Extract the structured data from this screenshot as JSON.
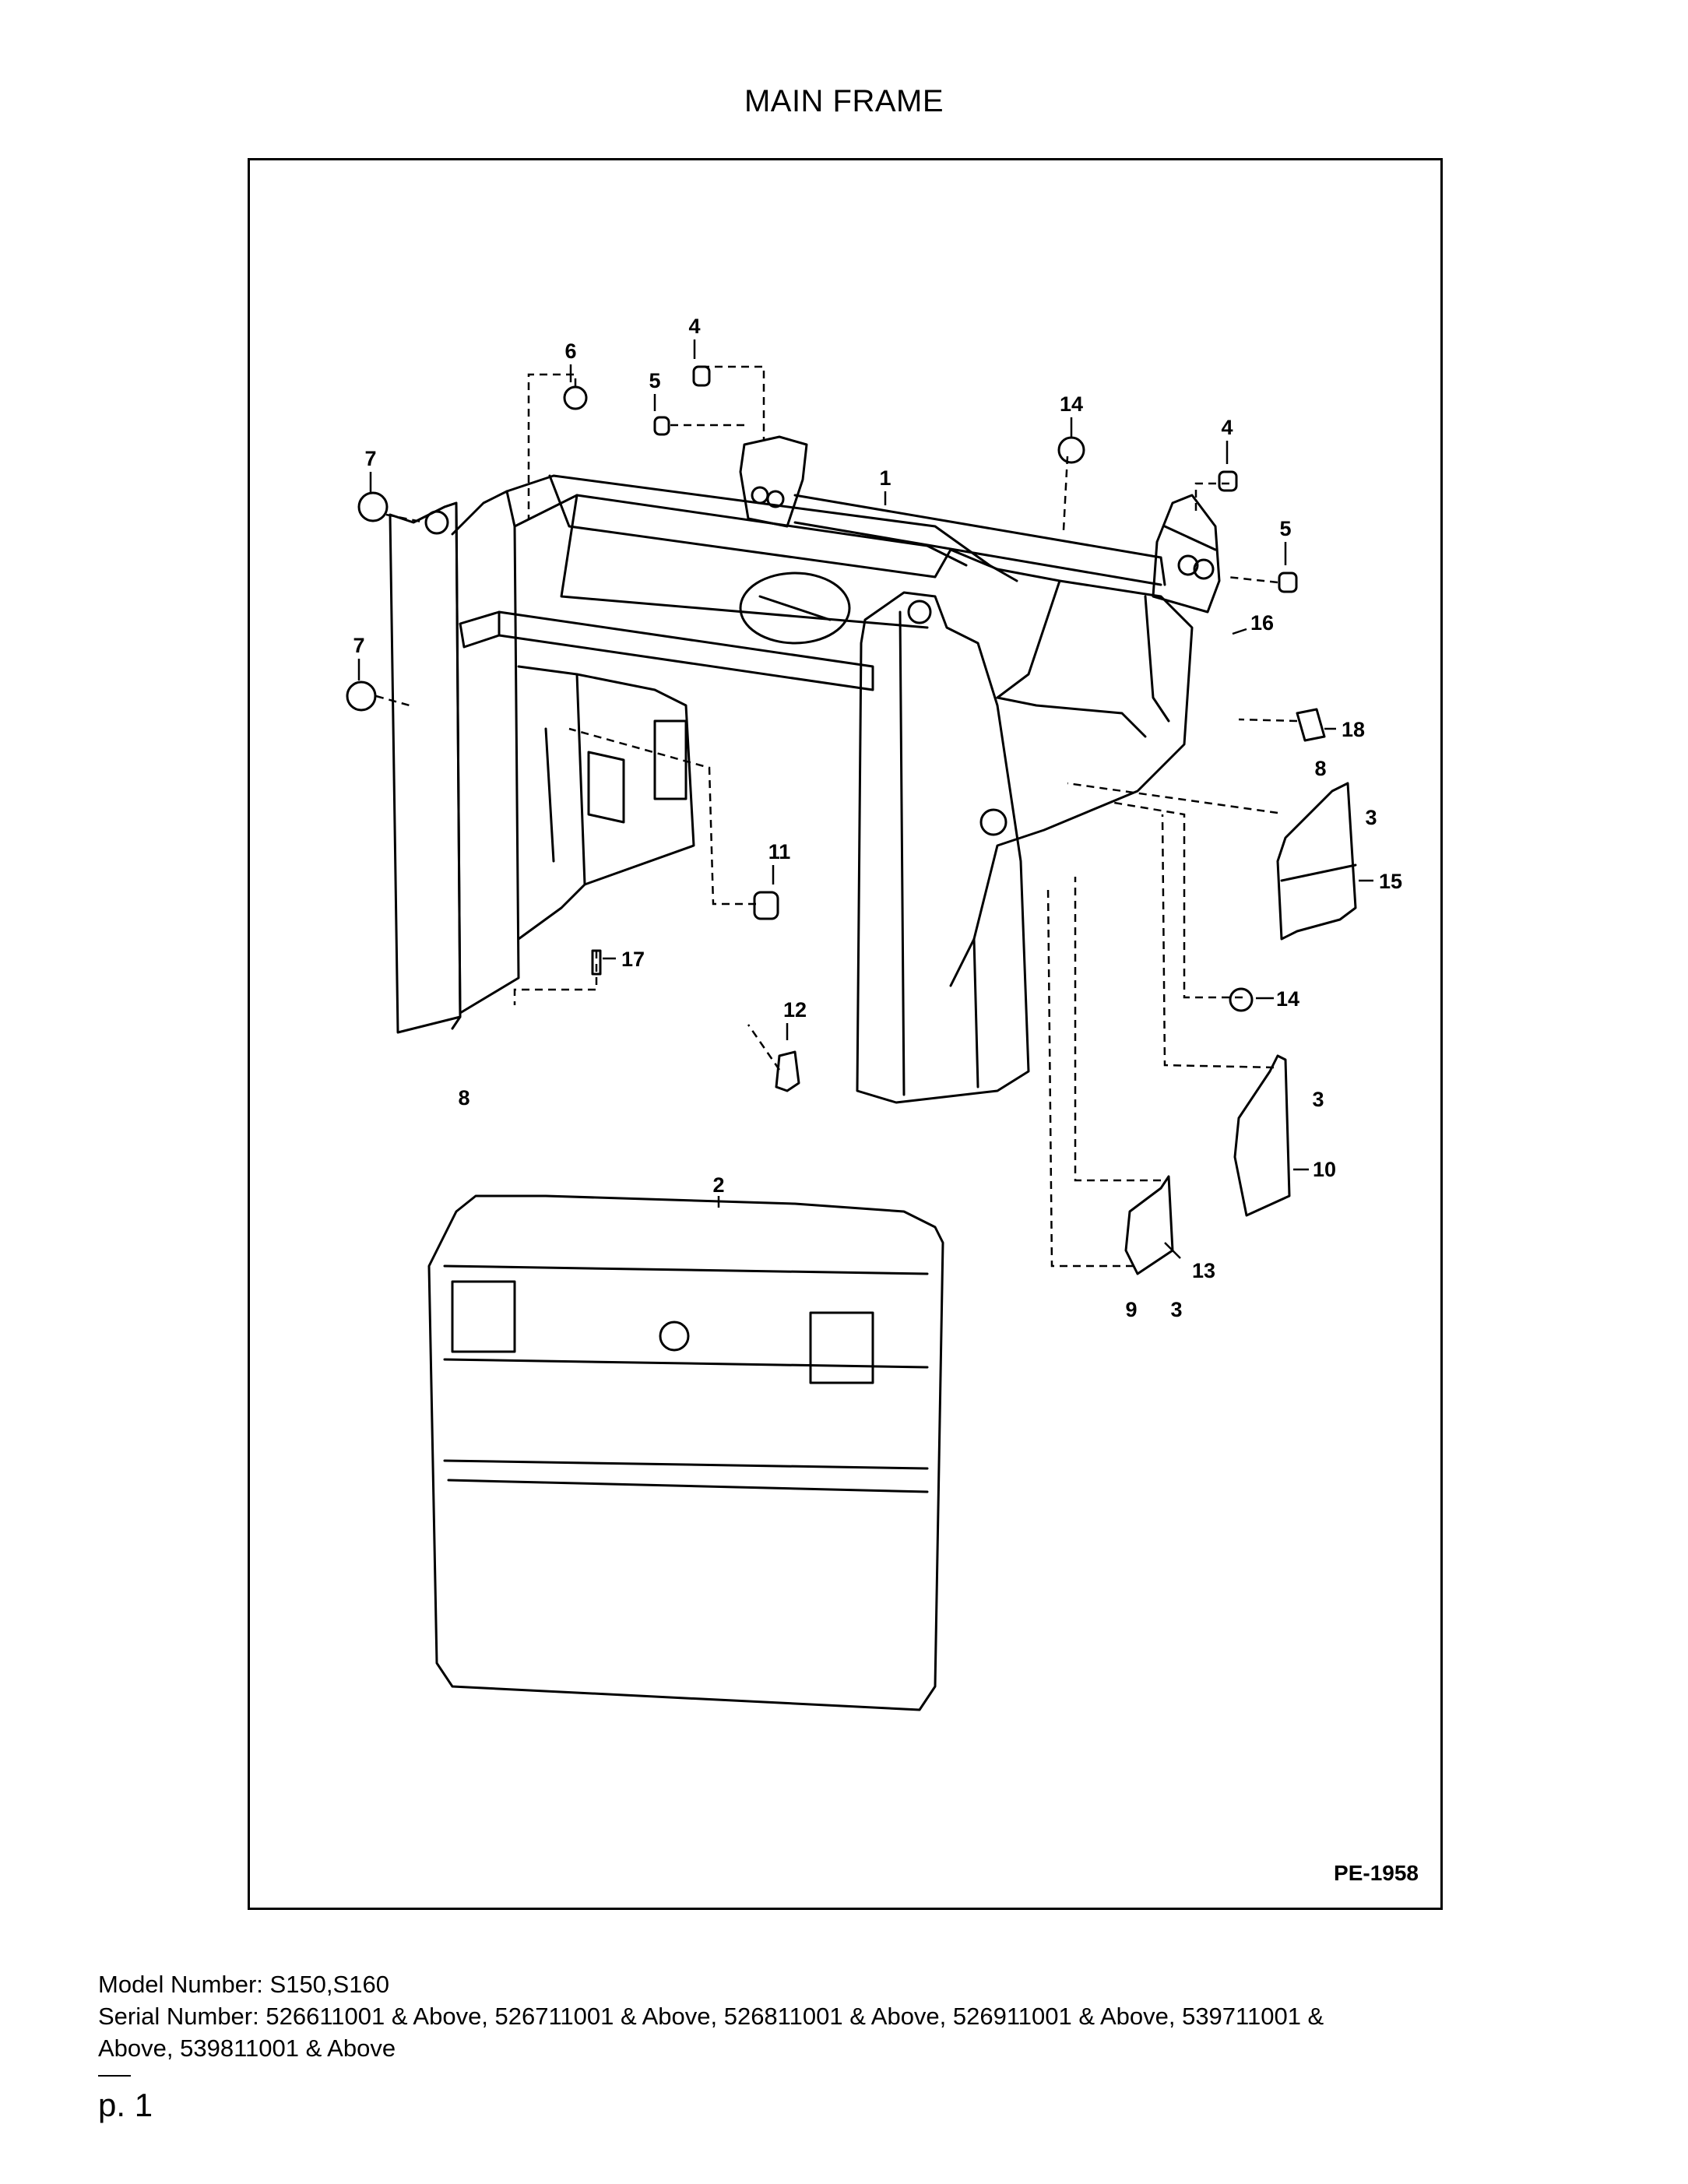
{
  "page": {
    "title": "MAIN FRAME",
    "drawing_number": "PE-1958",
    "page_number": "p. 1"
  },
  "diagram": {
    "callouts": [
      "1",
      "2",
      "3",
      "3",
      "3",
      "4",
      "4",
      "5",
      "5",
      "6",
      "7",
      "7",
      "8",
      "8",
      "9",
      "10",
      "11",
      "12",
      "13",
      "14",
      "14",
      "15",
      "16",
      "17",
      "18"
    ]
  },
  "footer": {
    "model_label": "Model Number: S150,S160",
    "serial_line_1": "Serial Number: 526611001 & Above, 526711001 & Above, 526811001 & Above, 526911001 & Above, 539711001 &",
    "serial_line_2": "Above, 539811001 & Above"
  }
}
